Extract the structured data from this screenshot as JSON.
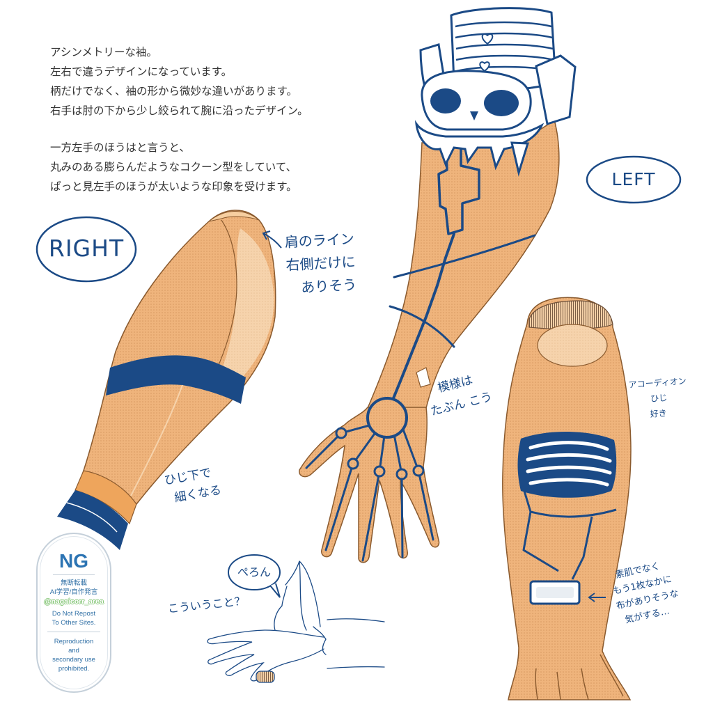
{
  "colors": {
    "navy": "#1b4a86",
    "skin": "#efb47c",
    "skin_light": "#f6d3ac",
    "text": "#333333",
    "badge_blue": "#2c74b3",
    "handle_green": "#8cc97f"
  },
  "description": {
    "paragraph_1": [
      "アシンメトリーな袖。",
      "左右で違うデザインになっています。",
      "柄だけでなく、袖の形から微妙な違いがあります。",
      "右手は肘の下から少し絞られて腕に沿ったデザイン。"
    ],
    "paragraph_2": [
      "一方左手のほうはと言うと、",
      "丸みのある膨らんだようなコクーン型をしていて、",
      "ぱっと見左手のほうが太いような印象を受けます。"
    ]
  },
  "labels": {
    "right": "RIGHT",
    "left": "LEFT"
  },
  "annotations": {
    "shoulder_line": [
      "肩のライン",
      "右側だけに",
      "ありそう"
    ],
    "elbow_narrow": [
      "ひじ下で",
      "細くなる"
    ],
    "pattern": [
      "模様は",
      "たぶん こう"
    ],
    "accordion": [
      "アコーディオン",
      "ひじ",
      "好き"
    ],
    "inner_cloth": [
      "素肌でなく",
      "もう1枚なかに",
      "布がありそうな",
      "気がする…"
    ],
    "speech": "ぺろん",
    "question": "こういうこと？"
  },
  "badge": {
    "title": "NG",
    "line_1": "無断転載",
    "line_2": "AI学習/自作発言",
    "handle": "@nagaicorr_area",
    "notice_1": "Do Not Repost",
    "notice_2": "To Other Sites.",
    "notice_3": [
      "Reproduction",
      "and",
      "secondary use",
      "prohibited."
    ]
  }
}
